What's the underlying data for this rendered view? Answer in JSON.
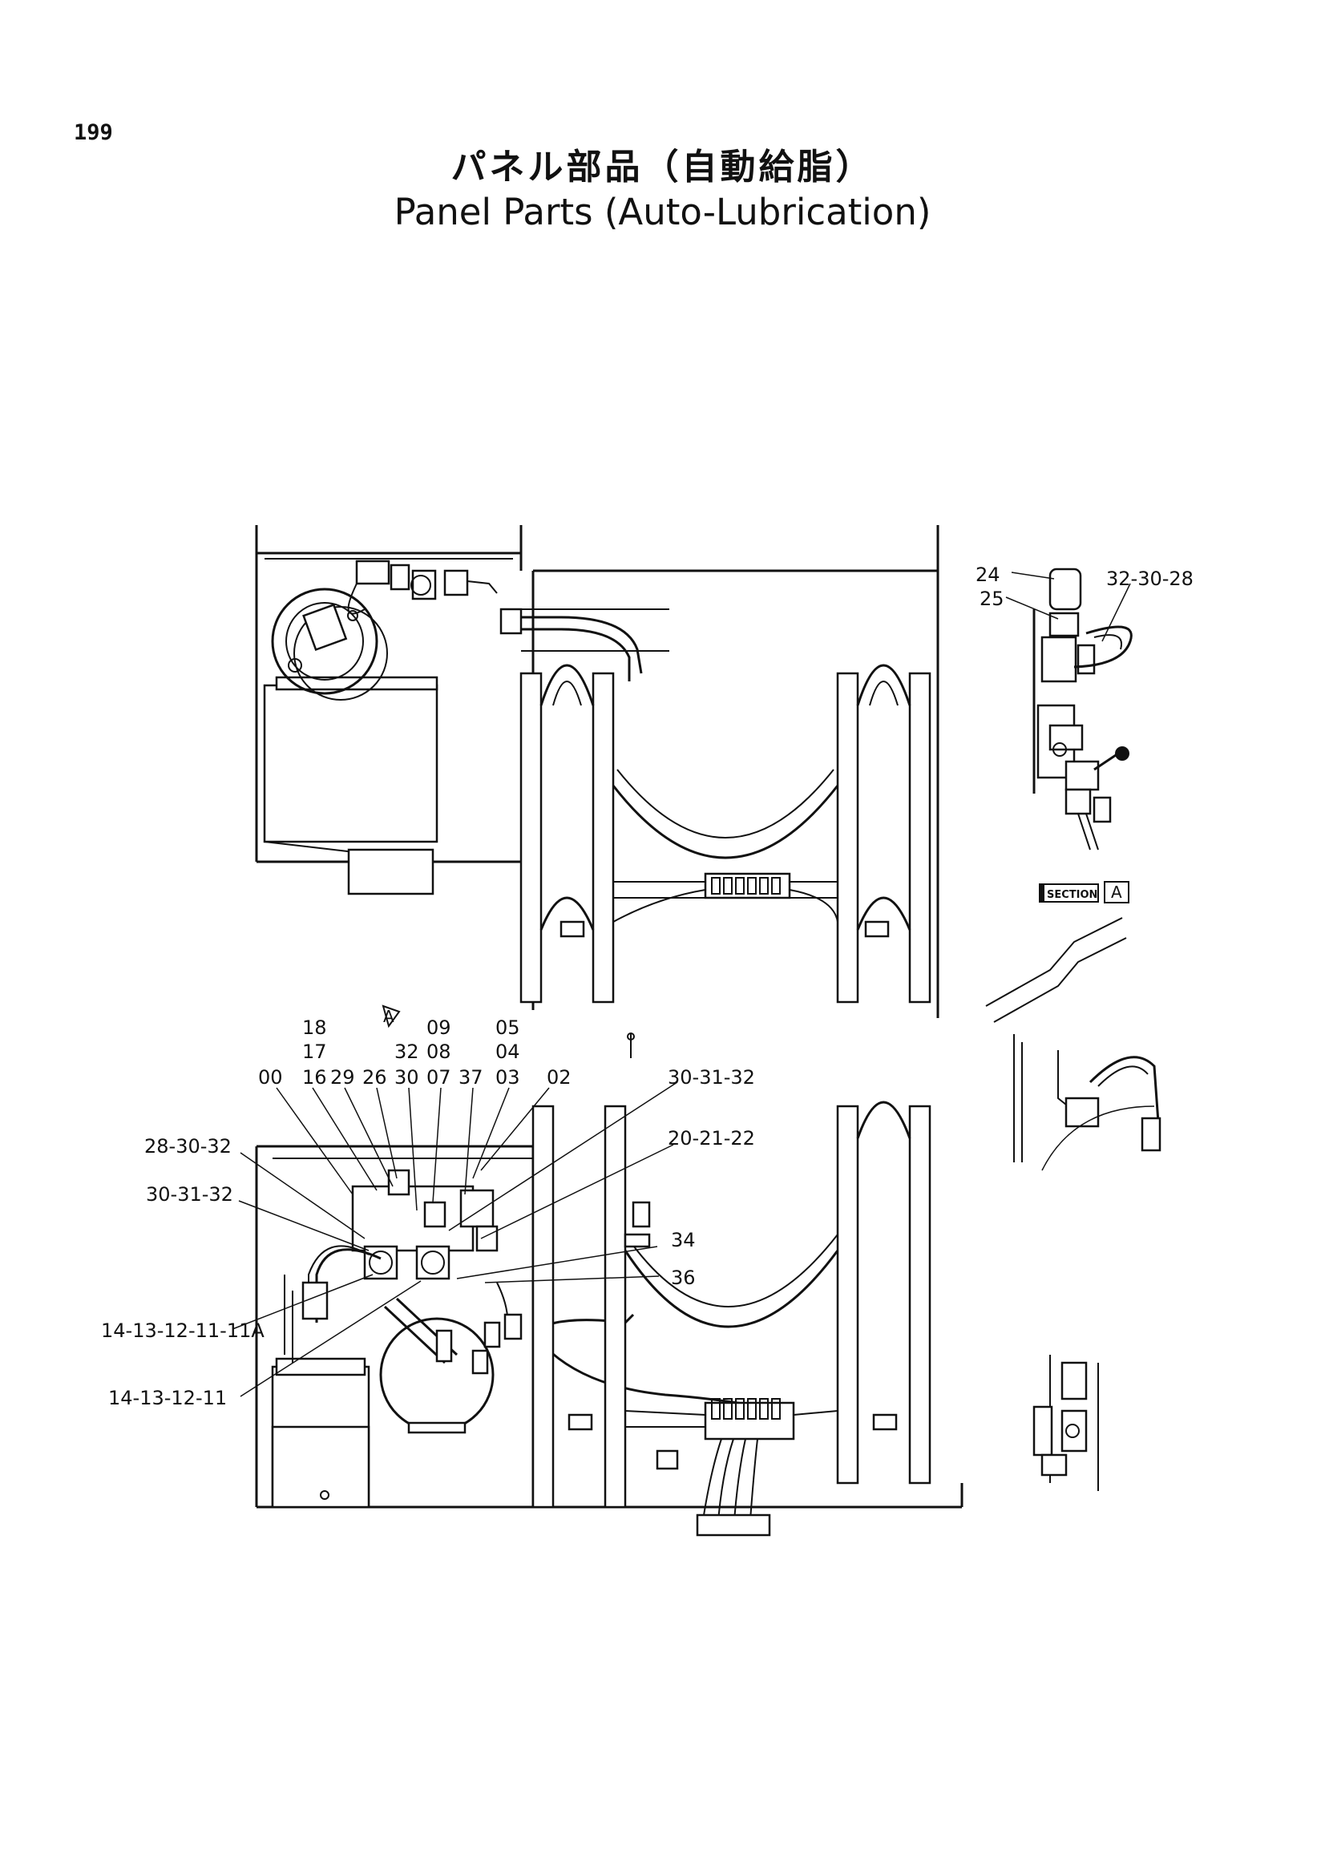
{
  "header": {
    "page_number": "199",
    "title_jp": "パネル部品（自動給脂）",
    "title_en": "Panel Parts (Auto-Lubrication)"
  },
  "section_view": {
    "label_section": "SECTION",
    "label_letter": "A",
    "arrow_marker": "A"
  },
  "callouts": {
    "c_24": "24",
    "c_25": "25",
    "c_32_30_28": "32-30-28",
    "c_18": "18",
    "c_17": "17",
    "c_09": "09",
    "c_32": "32",
    "c_08": "08",
    "c_05": "05",
    "c_04": "04",
    "c_00": "00",
    "c_16": "16",
    "c_29": "29",
    "c_26": "26",
    "c_30": "30",
    "c_07": "07",
    "c_37": "37",
    "c_03": "03",
    "c_02": "02",
    "c_30_31_32_top": "30-31-32",
    "c_20_21_22": "20-21-22",
    "c_28_30_32": "28-30-32",
    "c_30_31_32_left": "30-31-32",
    "c_34": "34",
    "c_36": "36",
    "c_14_13_12_11_11A": "14-13-12-11-11A",
    "c_14_13_12_11": "14-13-12-11"
  }
}
